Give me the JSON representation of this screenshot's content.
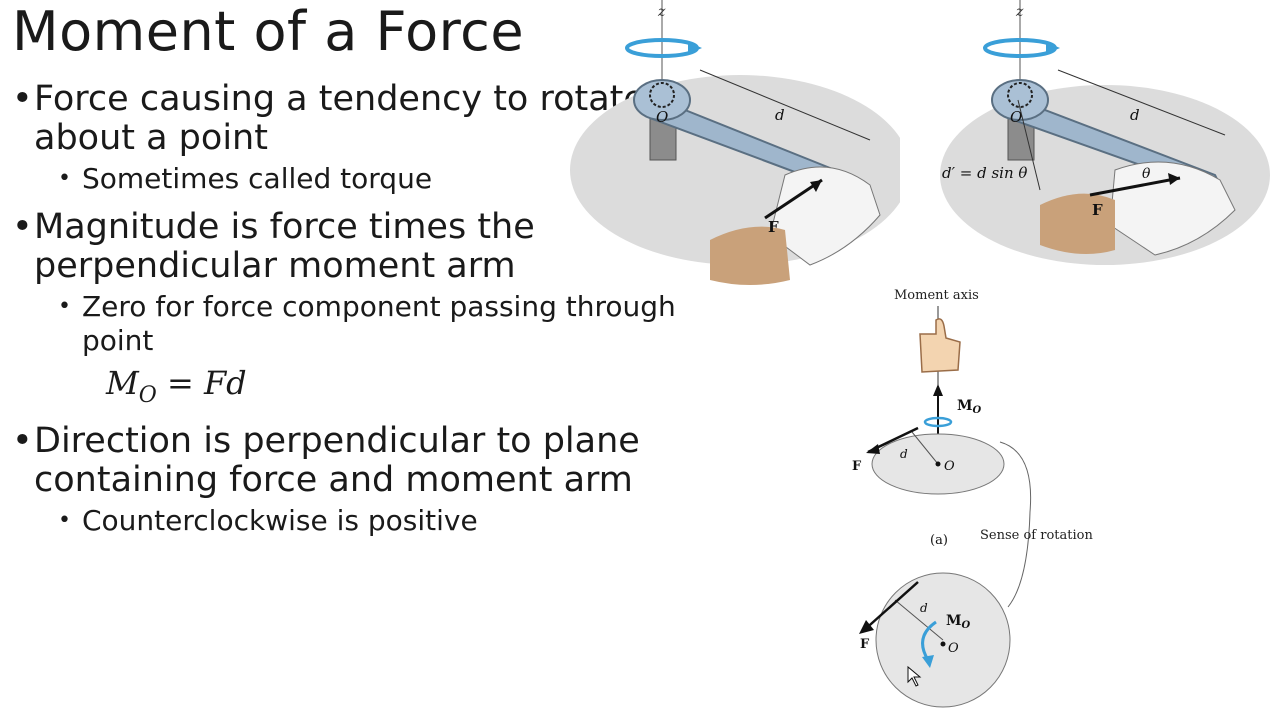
{
  "slide": {
    "title": "Moment of a Force",
    "bullets": [
      {
        "text": "Force causing a tendency to rotate about a point",
        "sub": [
          "Sometimes called torque"
        ]
      },
      {
        "text": "Magnitude is force times the perpendicular moment arm",
        "sub": [
          "Zero for force component passing through point"
        ]
      },
      {
        "text": "Direction is perpendicular to plane containing force and moment arm",
        "sub": [
          "Counterclockwise is positive"
        ]
      }
    ],
    "formula": {
      "m": "M",
      "sub": "O",
      "rest": " = Fd"
    }
  },
  "figures": {
    "wrench_left": {
      "z": "z",
      "o": "O",
      "d": "d",
      "f": "F"
    },
    "wrench_right": {
      "z": "z",
      "o": "O",
      "d": "d",
      "f": "F",
      "dprime": "d′ = d sin θ",
      "theta": "θ"
    },
    "rotation": {
      "moment_axis": "Moment axis",
      "mo": "M",
      "mo_sub": "O",
      "f": "F",
      "d": "d",
      "o": "O",
      "sense": "Sense of rotation",
      "a": "(a)"
    }
  },
  "colors": {
    "arrow_blue": "#3a9fd8",
    "wrench": "#9fb6cc",
    "skin": "#c9a17a",
    "shadow": "#d8d8d8"
  }
}
